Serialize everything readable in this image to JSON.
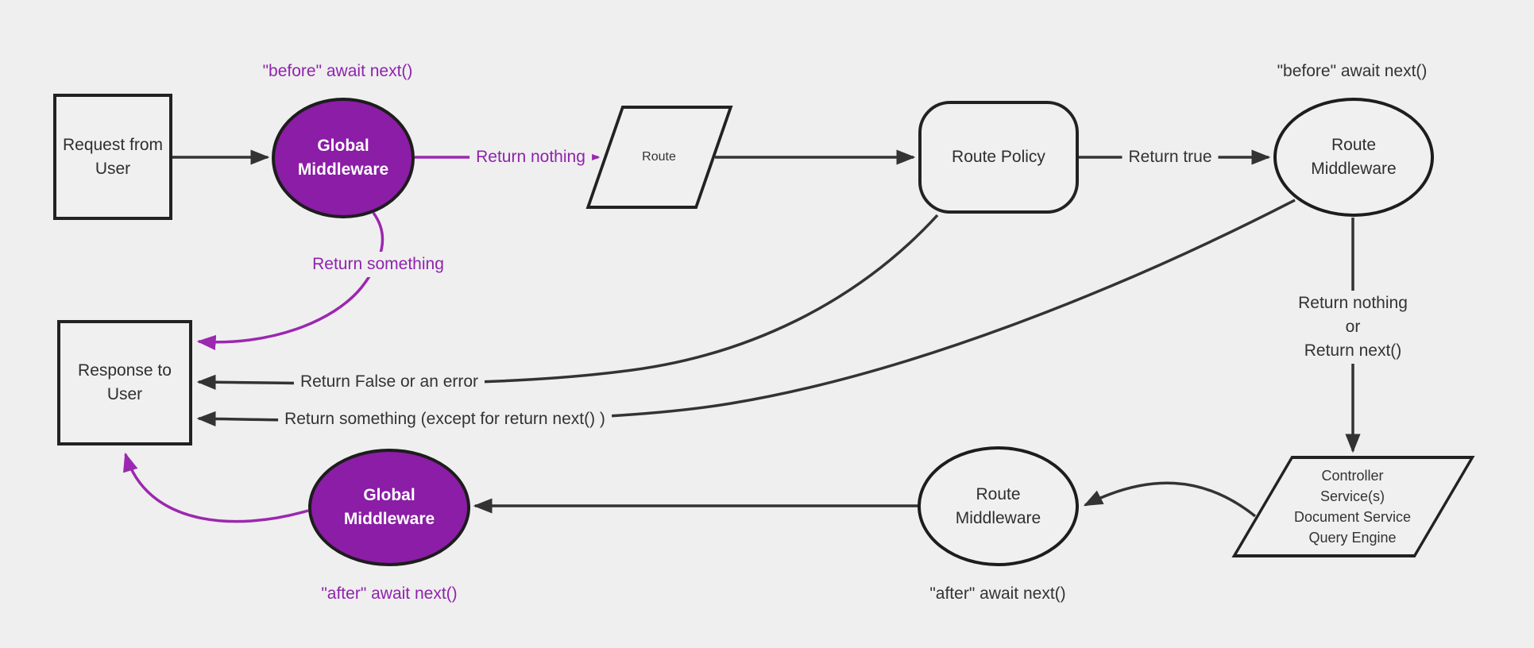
{
  "title": "Middleware request flow diagram",
  "colors": {
    "background": "#efefef",
    "node_fill": "#f0f0f0",
    "node_border": "#222222",
    "edge_black": "#333333",
    "purple_fill": "#8b1da6",
    "purple_edge": "#9c27b0",
    "purple_text": "#8f23ad",
    "node_text_light": "#ffffff"
  },
  "nodes": {
    "request": {
      "label": "Request from\nUser"
    },
    "global_mw_top": {
      "label": "Global\nMiddleware"
    },
    "route": {
      "label": "Route"
    },
    "route_policy": {
      "label": "Route Policy"
    },
    "route_mw_top": {
      "label": "Route\nMiddleware"
    },
    "controller": {
      "label": "Controller\nService(s)\nDocument Service\nQuery Engine"
    },
    "route_mw_bottom": {
      "label": "Route\nMiddleware"
    },
    "global_mw_bottom": {
      "label": "Global\nMiddleware"
    },
    "response": {
      "label": "Response to\nUser"
    }
  },
  "labels": {
    "before_top": "\"before\" await next()",
    "before_right": "\"before\" await next()",
    "return_nothing": "Return nothing",
    "return_true": "Return true",
    "return_something": "Return something",
    "return_nothing_or": "Return nothing\nor\nReturn next()",
    "return_false": "Return False or an error",
    "return_something_except": "Return something (except for return next() )",
    "after_mid": "\"after\" await next()",
    "after_left": "\"after\" await next()"
  }
}
